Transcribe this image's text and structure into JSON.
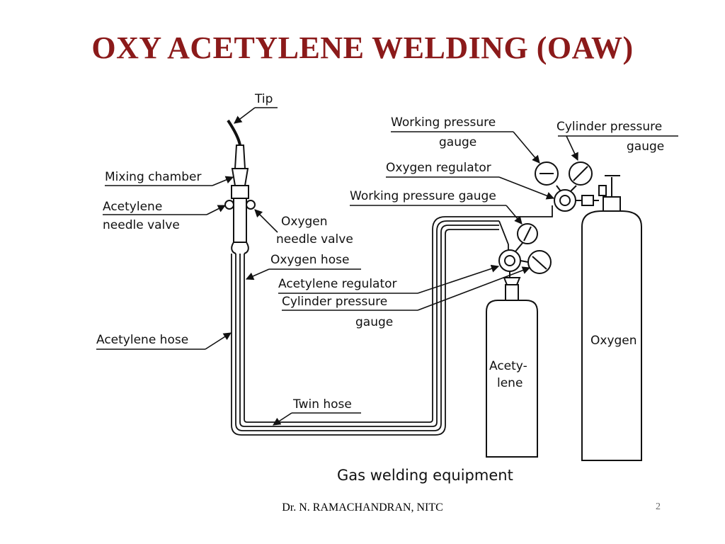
{
  "slide": {
    "title": "OXY ACETYLENE WELDING (OAW)",
    "author": "Dr. N. RAMACHANDRAN, NITC",
    "page_number": "2"
  },
  "diagram": {
    "caption": "Gas welding equipment",
    "labels": {
      "tip": "Tip",
      "mixing_chamber": "Mixing chamber",
      "acetylene_needle_valve_1": "Acetylene",
      "acetylene_needle_valve_2": "needle valve",
      "oxygen_needle_valve_1": "Oxygen",
      "oxygen_needle_valve_2": "needle valve",
      "oxygen_hose": "Oxygen hose",
      "acetylene_hose": "Acetylene hose",
      "twin_hose": "Twin hose",
      "working_pressure_gauge_top_1": "Working  pressure",
      "working_pressure_gauge_top_2": "gauge",
      "cylinder_pressure_gauge_top_1": "Cylinder pressure",
      "cylinder_pressure_gauge_top_2": "gauge",
      "oxygen_regulator": "Oxygen regulator",
      "working_pressure_gauge_mid": "Working pressure  gauge",
      "acetylene_regulator": "Acetylene regulator",
      "cylinder_pressure_gauge_low_1": "Cylinder  pressure",
      "cylinder_pressure_gauge_low_2": "gauge",
      "oxygen_cylinder": "Oxygen",
      "acetylene_cylinder_1": "Acety-",
      "acetylene_cylinder_2": "lene"
    }
  }
}
